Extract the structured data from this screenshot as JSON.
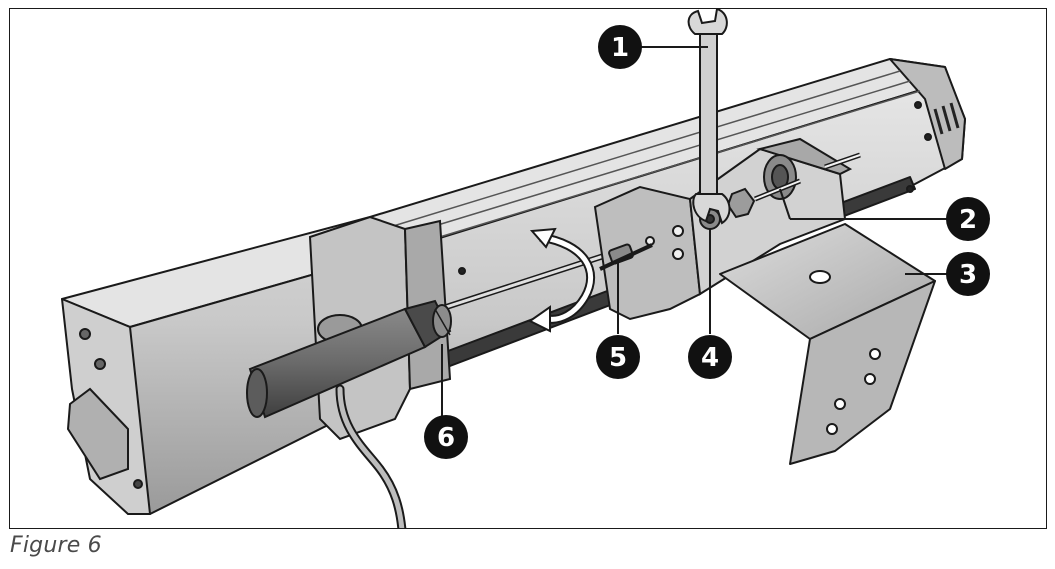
{
  "figure": {
    "caption": "Figure 6",
    "callouts": [
      {
        "id": "1",
        "label": "1"
      },
      {
        "id": "2",
        "label": "2"
      },
      {
        "id": "3",
        "label": "3"
      },
      {
        "id": "4",
        "label": "4"
      },
      {
        "id": "5",
        "label": "5"
      },
      {
        "id": "6",
        "label": "6"
      }
    ],
    "colors": {
      "outline": "#1a1a1a",
      "body_light": "#d9d9d9",
      "body_mid": "#bdbdbd",
      "body_dark": "#7d7d7d",
      "callout_fill": "#111111",
      "callout_text": "#ffffff"
    }
  }
}
